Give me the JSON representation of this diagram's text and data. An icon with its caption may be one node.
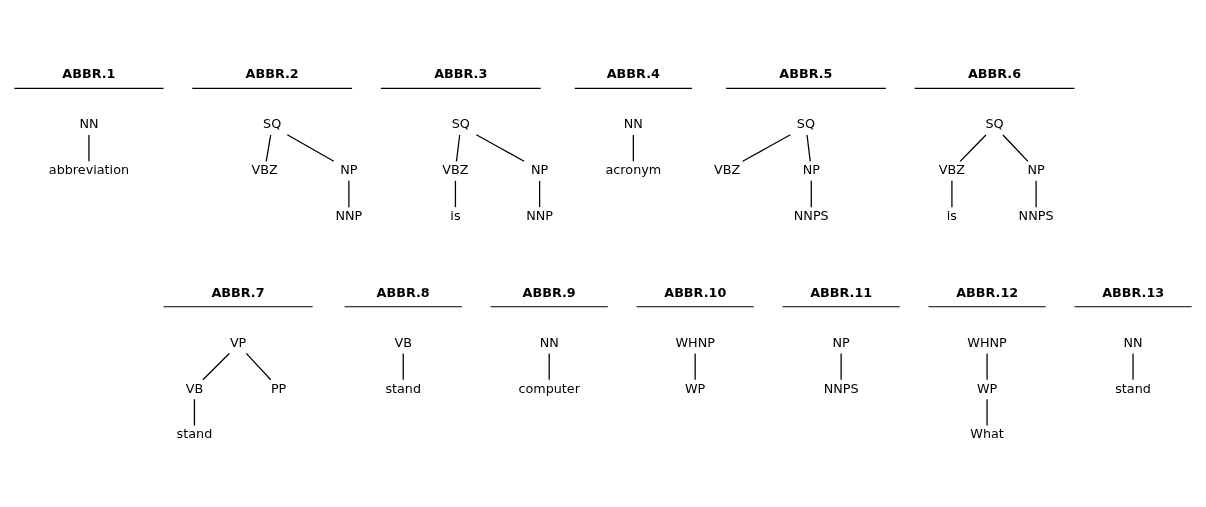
{
  "diagram": {
    "nodes": [
      {
        "text": [
          "NN"
        ]
      },
      {
        "text": [
          "abbreviation"
        ]
      },
      {
        "text": [
          "SQ"
        ]
      },
      {
        "text": [
          "VBZ"
        ]
      },
      {
        "text": [
          "NP"
        ]
      },
      {
        "text": [
          "NNP"
        ]
      },
      {
        "text": [
          "SQ"
        ]
      },
      {
        "text": [
          "VBZ"
        ]
      },
      {
        "text": [
          "NP"
        ]
      },
      {
        "text": [
          "is"
        ]
      },
      {
        "text": [
          "NNP"
        ]
      },
      {
        "text": [
          "NN"
        ]
      },
      {
        "text": [
          "acronym"
        ]
      },
      {
        "text": [
          "SQ"
        ]
      },
      {
        "text": [
          "VBZ"
        ]
      },
      {
        "text": [
          "NP"
        ]
      },
      {
        "text": [
          "NNPS"
        ]
      },
      {
        "text": [
          "SQ"
        ]
      },
      {
        "text": [
          "VBZ"
        ]
      },
      {
        "text": [
          "NP"
        ]
      },
      {
        "text": [
          "is"
        ]
      },
      {
        "text": [
          "NNPS"
        ]
      },
      {
        "text": [
          "VP"
        ]
      },
      {
        "text": [
          "VB"
        ]
      },
      {
        "text": [
          "PP"
        ]
      },
      {
        "text": [
          "stand"
        ]
      },
      {
        "text": [
          "VB"
        ]
      },
      {
        "text": [
          "stand"
        ]
      },
      {
        "text": [
          "NN"
        ]
      },
      {
        "text": [
          "computer"
        ]
      },
      {
        "text": [
          "WHNP"
        ]
      },
      {
        "text": [
          "WP"
        ]
      },
      {
        "text": [
          "NP"
        ]
      },
      {
        "text": [
          "NNPS"
        ]
      },
      {
        "text": [
          "WHNP"
        ]
      },
      {
        "text": [
          "WP"
        ]
      },
      {
        "text": [
          "What"
        ]
      },
      {
        "text": [
          "NN"
        ]
      },
      {
        "text": [
          "stand"
        ]
      }
    ],
    "edges": [
      {
        "from": 0,
        "to": 1,
        "arrow": "none"
      },
      {
        "from": 2,
        "to": 3,
        "arrow": "none"
      },
      {
        "from": 2,
        "to": 4,
        "arrow": "none"
      },
      {
        "from": 4,
        "to": 5,
        "arrow": "none"
      },
      {
        "from": 6,
        "to": 7,
        "arrow": "none"
      },
      {
        "from": 6,
        "to": 8,
        "arrow": "none"
      },
      {
        "from": 7,
        "to": 9,
        "arrow": "none"
      },
      {
        "from": 8,
        "to": 10,
        "arrow": "none"
      },
      {
        "from": 11,
        "to": 12,
        "arrow": "none"
      },
      {
        "from": 13,
        "to": 14,
        "arrow": "none"
      },
      {
        "from": 13,
        "to": 15,
        "arrow": "none"
      },
      {
        "from": 15,
        "to": 16,
        "arrow": "none"
      },
      {
        "from": 17,
        "to": 18,
        "arrow": "none"
      },
      {
        "from": 17,
        "to": 19,
        "arrow": "none"
      },
      {
        "from": 18,
        "to": 20,
        "arrow": "none"
      },
      {
        "from": 19,
        "to": 21,
        "arrow": "none"
      },
      {
        "from": 22,
        "to": 23,
        "arrow": "none"
      },
      {
        "from": 22,
        "to": 24,
        "arrow": "none"
      },
      {
        "from": 23,
        "to": 25,
        "arrow": "none"
      },
      {
        "from": 26,
        "to": 27,
        "arrow": "none"
      },
      {
        "from": 28,
        "to": 29,
        "arrow": "none"
      },
      {
        "from": 30,
        "to": 31,
        "arrow": "none"
      },
      {
        "from": 32,
        "to": 33,
        "arrow": "none"
      },
      {
        "from": 34,
        "to": 35,
        "arrow": "none"
      },
      {
        "from": 35,
        "to": 36,
        "arrow": "none"
      },
      {
        "from": 37,
        "to": 38,
        "arrow": "none"
      }
    ],
    "labels": [
      "ABBR.1",
      "ABBR.2",
      "ABBR.3",
      "ABBR.4",
      "ABBR.5",
      "ABBR.6",
      "ABBR.7",
      "ABBR.8",
      "ABBR.9",
      "ABBR.10",
      "ABBR.11",
      "ABBR.12",
      "ABBR.13"
    ]
  }
}
